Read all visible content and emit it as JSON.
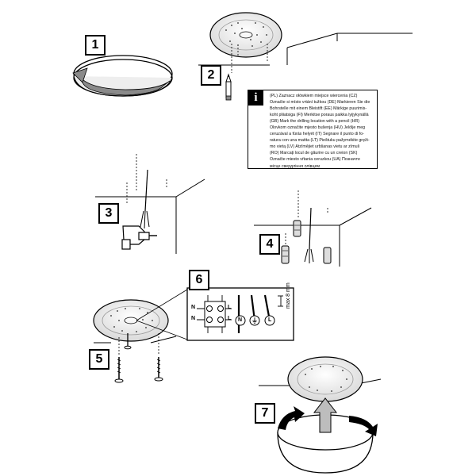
{
  "steps": [
    "1",
    "2",
    "3",
    "4",
    "5",
    "6",
    "7"
  ],
  "info": {
    "icon_letter": "i",
    "text": "(PL) Zaznacz ołówkiem miejsce wiercenia   (CZ)\nOznačte si místo vrtání tužkou   (DE) Markieren Sie die\nBohrstelle mit einem Bleistift   (EE) Märkige puurimis-\nkoht pliiatsiga   (FI) Merkitse poraus paikka lyijykynällä\n(GB) Mark the drilling location with a pencil   (HR)\nOlovkom označite mjesto bušenja   (HU) Jelölje meg\nceruzával a fúrás helyét   (IT) Segnare il punto di fo-\nratura con una matita   (LT) Pieštuku pažymėkite gręži-\nmo vietą   (LV) Atzīmējiet urbšanas vietu ar zīmuli\n(RO) Marcați locul de găurire cu un creion   (SK)\nOznačte miesto vŕtania ceruzkou   (UA) Позначте\nмісце свердління олівцем"
  },
  "wiring": {
    "left_labels": [
      "N",
      "N"
    ],
    "right_labels": [
      "L",
      "L"
    ],
    "terminal_labels": [
      "N",
      "⏚",
      "L"
    ],
    "dimension": "max 8 mm"
  }
}
